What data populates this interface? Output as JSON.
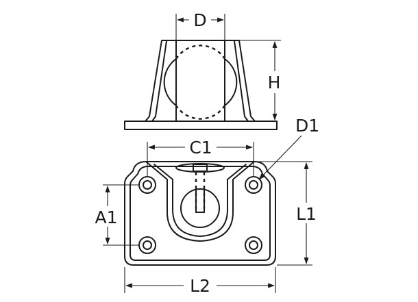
{
  "labels": {
    "D": "D",
    "H": "H",
    "D1": "D1",
    "C1": "C1",
    "A1": "A1",
    "L1": "L1",
    "L2": "L2"
  }
}
